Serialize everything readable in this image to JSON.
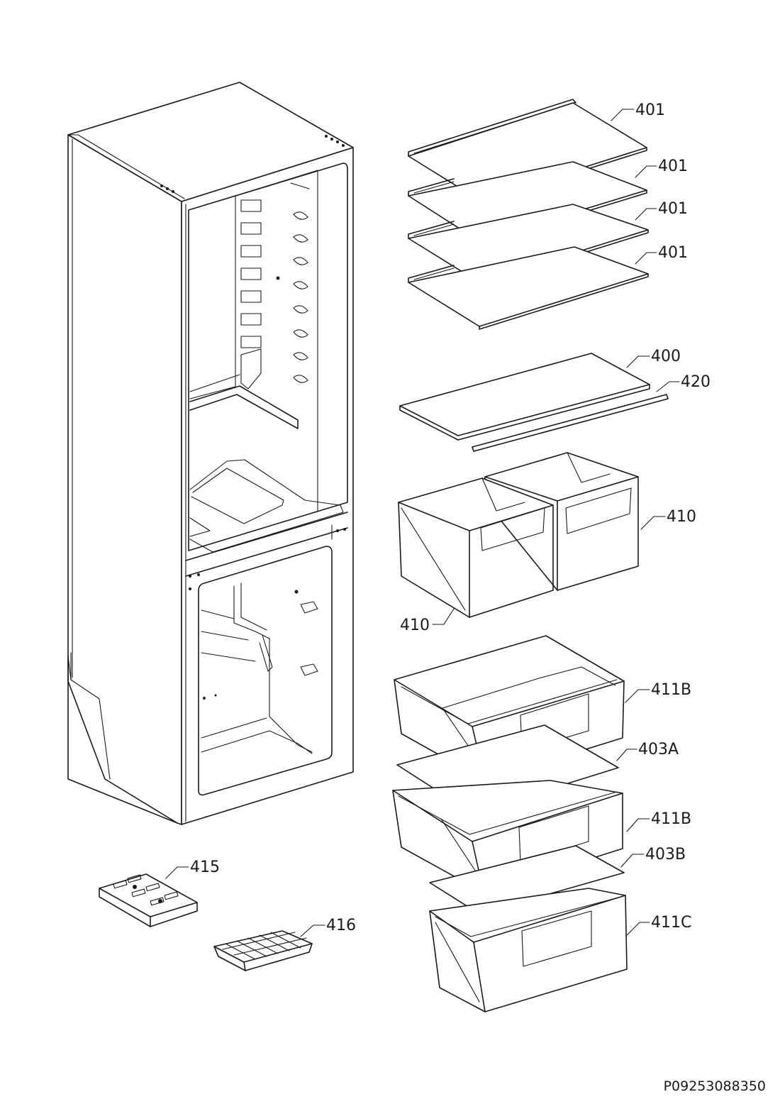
{
  "drawing_code": "P09253088350",
  "callouts": [
    {
      "id": "shelf-1",
      "label": "401"
    },
    {
      "id": "shelf-2",
      "label": "401"
    },
    {
      "id": "shelf-3",
      "label": "401"
    },
    {
      "id": "shelf-4",
      "label": "401"
    },
    {
      "id": "glass-shelf",
      "label": "400"
    },
    {
      "id": "shelf-trim",
      "label": "420"
    },
    {
      "id": "crisper-right",
      "label": "410"
    },
    {
      "id": "crisper-left",
      "label": "410"
    },
    {
      "id": "drawer-1",
      "label": "411B"
    },
    {
      "id": "drawer-divider-a",
      "label": "403A"
    },
    {
      "id": "drawer-2",
      "label": "411B"
    },
    {
      "id": "drawer-divider-b",
      "label": "403B"
    },
    {
      "id": "drawer-3",
      "label": "411C"
    },
    {
      "id": "ice-tray-cover",
      "label": "415"
    },
    {
      "id": "ice-cube-tray",
      "label": "416"
    }
  ]
}
